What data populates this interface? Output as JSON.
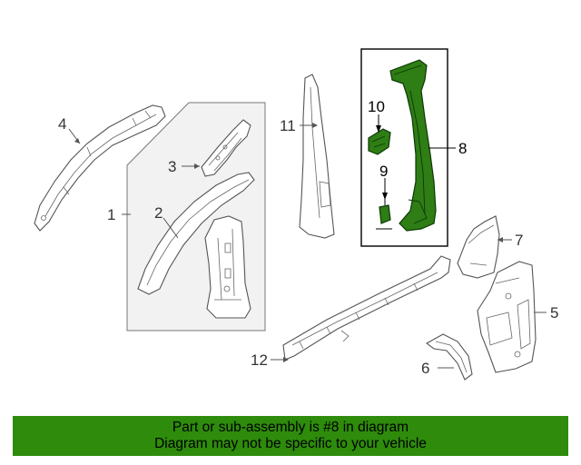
{
  "diagram": {
    "callouts": [
      "1",
      "2",
      "3",
      "4",
      "5",
      "6",
      "7",
      "8",
      "9",
      "10",
      "11",
      "12"
    ],
    "highlighted_part": "8",
    "highlight_color": "#2e8b0c",
    "highlight_parts": [
      "8",
      "9",
      "10"
    ]
  },
  "banner": {
    "line1": "Part or sub-assembly is #8 in diagram",
    "line2": "Diagram may not be specific to your vehicle",
    "background": "#2e8b0c"
  }
}
